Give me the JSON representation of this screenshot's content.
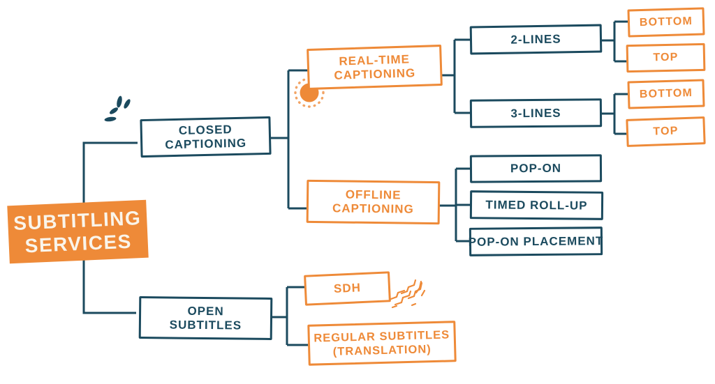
{
  "palette": {
    "navy": "#1B4A5E",
    "orange": "#EE8A38",
    "sun_dot_orange": "#F2A465",
    "root_text": "#FAF5EB",
    "background": "#FFFFFF"
  },
  "root": {
    "line1": "SUBTITLING",
    "line2": "SERVICES"
  },
  "nodes": {
    "closed_captioning": {
      "line1": "CLOSED",
      "line2": "CAPTIONING"
    },
    "real_time_captioning": {
      "line1": "REAL-TIME",
      "line2": "CAPTIONING"
    },
    "two_lines": {
      "label": "2-LINES"
    },
    "two_lines_bottom": {
      "label": "BOTTOM"
    },
    "two_lines_top": {
      "label": "TOP"
    },
    "three_lines": {
      "label": "3-LINES"
    },
    "three_lines_bottom": {
      "label": "BOTTOM"
    },
    "three_lines_top": {
      "label": "TOP"
    },
    "offline_captioning": {
      "line1": "OFFLINE",
      "line2": "CAPTIONING"
    },
    "pop_on": {
      "label": "POP-ON"
    },
    "timed_roll_up": {
      "label": "TIMED ROLL-UP"
    },
    "pop_on_placement": {
      "label": "POP-ON PLACEMENT"
    },
    "open_subtitles": {
      "line1": "OPEN",
      "line2": "SUBTITLES"
    },
    "sdh": {
      "label": "SDH"
    },
    "regular_subtitles": {
      "line1": "REGULAR SUBTITLES",
      "line2": "(TRANSLATION)"
    }
  },
  "hierarchy": {
    "SUBTITLING SERVICES": {
      "CLOSED CAPTIONING": {
        "REAL-TIME CAPTIONING": {
          "2-LINES": [
            "BOTTOM",
            "TOP"
          ],
          "3-LINES": [
            "BOTTOM",
            "TOP"
          ]
        },
        "OFFLINE CAPTIONING": [
          "POP-ON",
          "TIMED ROLL-UP",
          "POP-ON PLACEMENT"
        ]
      },
      "OPEN SUBTITLES": [
        "SDH",
        "REGULAR SUBTITLES (TRANSLATION)"
      ]
    }
  },
  "icons": {
    "leaves": "leaves-decoration",
    "sun": "sun-scribble-decoration",
    "squiggle": "squiggle-decoration"
  }
}
